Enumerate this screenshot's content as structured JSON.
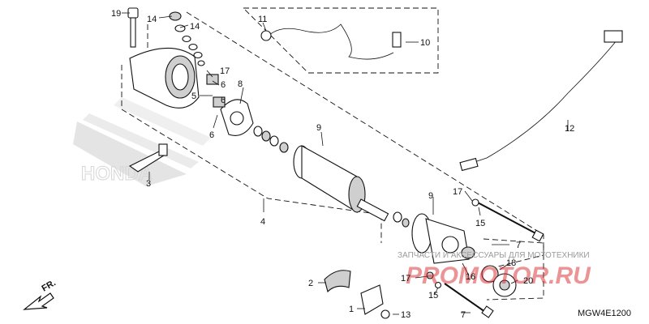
{
  "diagram_code": "MGW4E1200",
  "front_indicator": "FR.",
  "brand_watermark": "HONDA",
  "shop_watermark": "PROMOTOR.RU",
  "shop_tagline": "ЗАПЧАСТИ И АКСЕССУАРЫ ДЛЯ МОТОТЕХНИКИ",
  "callouts": {
    "c1": "1",
    "c2": "2",
    "c3": "3",
    "c4": "4",
    "c5": "5",
    "c6a": "6",
    "c6b": "6",
    "c7a": "7",
    "c7b": "7",
    "c8": "8",
    "c9a": "9",
    "c9b": "9",
    "c10": "10",
    "c11": "11",
    "c12": "12",
    "c13": "13",
    "c14a": "14",
    "c14b": "14",
    "c15a": "15",
    "c15b": "15",
    "c16": "16",
    "c17a": "17",
    "c17b": "17",
    "c17c": "17",
    "c18": "18",
    "c19": "19",
    "c20": "20"
  },
  "colors": {
    "ink": "#111111",
    "watermark_red": "#d9272e",
    "watermark_gray": "#b5b5b5"
  }
}
